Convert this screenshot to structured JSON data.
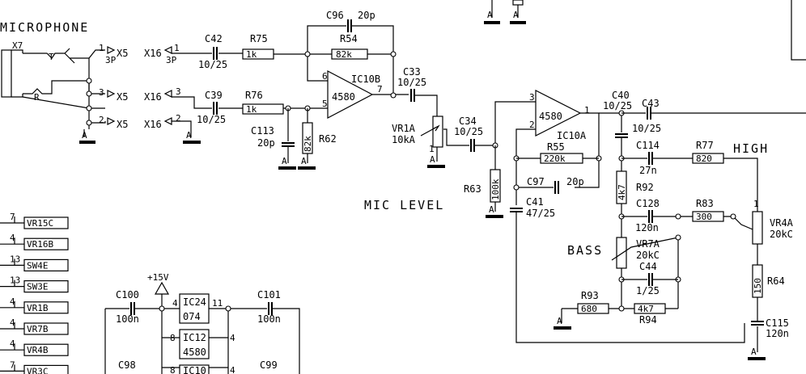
{
  "labels": {
    "microphone": "MICROPHONE",
    "mic_level": "MIC LEVEL",
    "high": "HIGH",
    "bass": "BASS",
    "connector_x7": "X7",
    "plus15v": "+15V",
    "ground": "A",
    "tip": "T",
    "ring": "R"
  },
  "pins": {
    "x5": "X5",
    "x16": "X16",
    "p1": "1",
    "p2": "2",
    "p3": "3",
    "p3p": "3P"
  },
  "components": {
    "c42": {
      "ref": "C42",
      "value": "10/25"
    },
    "c39": {
      "ref": "C39",
      "value": "10/25"
    },
    "r75": {
      "ref": "R75",
      "value": "1k"
    },
    "r76": {
      "ref": "R76",
      "value": "1k"
    },
    "c96": {
      "ref": "C96",
      "value": "20p"
    },
    "r54": {
      "ref": "R54",
      "value": "82k"
    },
    "ic10b": {
      "ref": "IC10B",
      "part": "4580",
      "pin6": "6",
      "pin5": "5",
      "pin7": "7"
    },
    "c113": {
      "ref": "C113",
      "value": "20p"
    },
    "r62": {
      "ref": "R62",
      "value": "82k"
    },
    "c33": {
      "ref": "C33",
      "value": "10/25"
    },
    "vr1a": {
      "ref": "VR1A",
      "value": "10kA",
      "pin1": "1"
    },
    "c34": {
      "ref": "C34",
      "value": "10/25"
    },
    "r63": {
      "ref": "R63",
      "value": "100k"
    },
    "ic10a": {
      "ref": "IC10A",
      "part": "4580",
      "pin3": "3",
      "pin2": "2",
      "pin1": "1"
    },
    "r55": {
      "ref": "R55",
      "value": "220k"
    },
    "c97": {
      "ref": "C97",
      "value": "20p"
    },
    "c41": {
      "ref": "C41",
      "value": "47/25"
    },
    "c40": {
      "ref": "C40",
      "value": "10/25"
    },
    "c43": {
      "ref": "C43",
      "value": "10/25"
    },
    "c114": {
      "ref": "C114",
      "value": "27n"
    },
    "r77": {
      "ref": "R77",
      "value": "820"
    },
    "r92": {
      "ref": "R92",
      "value": "4k7"
    },
    "c128": {
      "ref": "C128",
      "value": "120n"
    },
    "r83": {
      "ref": "R83",
      "value": "300"
    },
    "vr7a": {
      "ref": "VR7A",
      "value": "20kC"
    },
    "c44": {
      "ref": "C44",
      "value": "1/25"
    },
    "r93": {
      "ref": "R93",
      "value": "680"
    },
    "r94": {
      "ref": "R94",
      "value": "4k7"
    },
    "vr4a": {
      "ref": "VR4A",
      "value": "20kC",
      "pin1": "1"
    },
    "r64": {
      "ref": "R64",
      "value": "150"
    },
    "c115": {
      "ref": "C115",
      "value": "120n"
    },
    "c100": {
      "ref": "C100",
      "value": "100n"
    },
    "c101": {
      "ref": "C101",
      "value": "100n"
    },
    "c98": {
      "ref": "C98"
    },
    "c99": {
      "ref": "C99"
    },
    "ic24": {
      "ref": "IC24",
      "part": "074",
      "pin_l": "4",
      "pin_r": "11"
    },
    "ic12": {
      "ref": "IC12",
      "part": "4580",
      "pin_l": "8",
      "pin_r": "4"
    },
    "ic10": {
      "ref": "IC10",
      "pin_l": "8",
      "pin_r": "4"
    }
  },
  "connectors": [
    {
      "pin": "7",
      "label": "VR15C"
    },
    {
      "pin": "4",
      "label": "VR16B"
    },
    {
      "pin": "13",
      "label": "SW4E"
    },
    {
      "pin": "13",
      "label": "SW3E"
    },
    {
      "pin": "4",
      "label": "VR1B"
    },
    {
      "pin": "4",
      "label": "VR7B"
    },
    {
      "pin": "4",
      "label": "VR4B"
    },
    {
      "pin": "7",
      "label": "VR3C"
    }
  ]
}
